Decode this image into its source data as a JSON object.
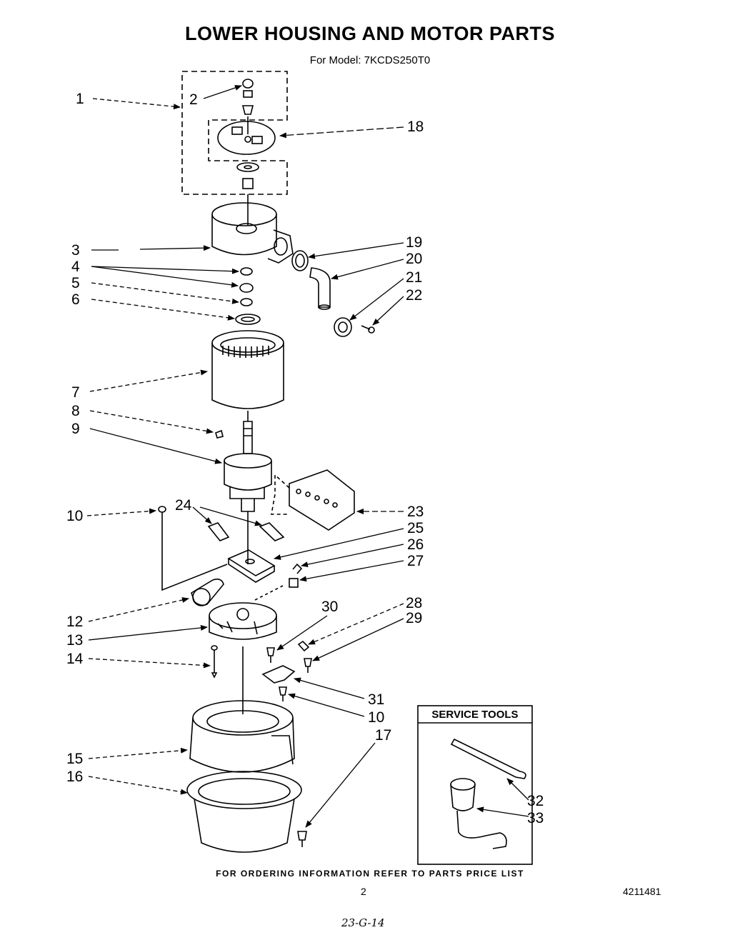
{
  "title": "LOWER HOUSING AND MOTOR PARTS",
  "subtitle": "For Model: 7KCDS250T0",
  "footer_note": "FOR ORDERING INFORMATION REFER TO PARTS PRICE LIST",
  "page_number": "2",
  "document_number": "4211481",
  "handwritten_note": "23-G-14",
  "service_tools_title": "SERVICE TOOLS",
  "callouts": {
    "c1": "1",
    "c2": "2",
    "c3": "3",
    "c4": "4",
    "c5": "5",
    "c6": "6",
    "c7": "7",
    "c8": "8",
    "c9": "9",
    "c10a": "10",
    "c10b": "10",
    "c12": "12",
    "c13": "13",
    "c14": "14",
    "c15": "15",
    "c16": "16",
    "c17": "17",
    "c18": "18",
    "c19": "19",
    "c20": "20",
    "c21": "21",
    "c22": "22",
    "c23": "23",
    "c24": "24",
    "c25": "25",
    "c26": "26",
    "c27": "27",
    "c28": "28",
    "c29": "29",
    "c30": "30",
    "c31": "31",
    "c32": "32",
    "c33": "33"
  },
  "colors": {
    "ink": "#000000",
    "paper": "#ffffff"
  }
}
